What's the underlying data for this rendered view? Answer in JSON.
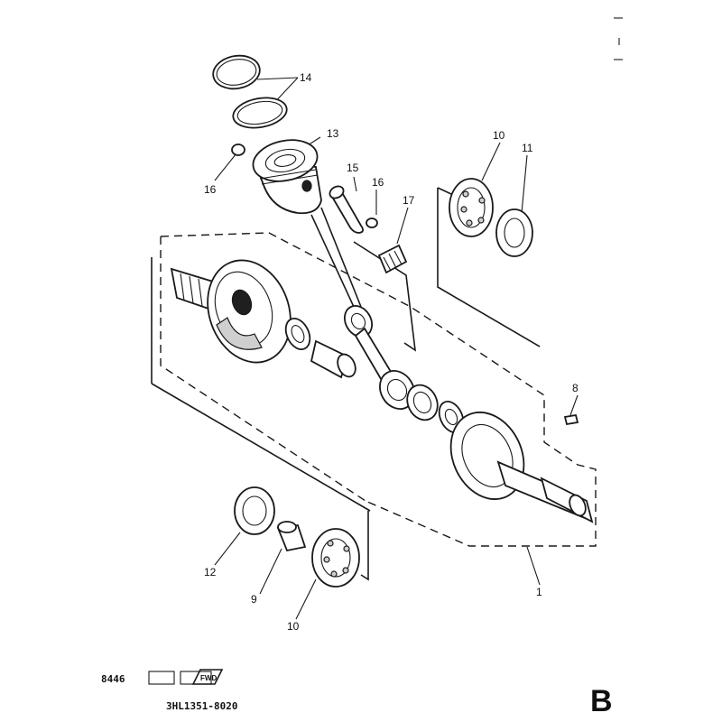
{
  "figure": {
    "page_letter": "B",
    "part_code": "3HL1351-8020",
    "stamp_text": "8446",
    "fwd_label": "FWD",
    "callouts": {
      "c1": "1",
      "c8": "8",
      "c9": "9",
      "c10a": "10",
      "c10b": "10",
      "c11": "11",
      "c12": "12",
      "c13": "13",
      "c14": "14",
      "c15": "15",
      "c16a": "16",
      "c16b": "16",
      "c17": "17"
    }
  }
}
